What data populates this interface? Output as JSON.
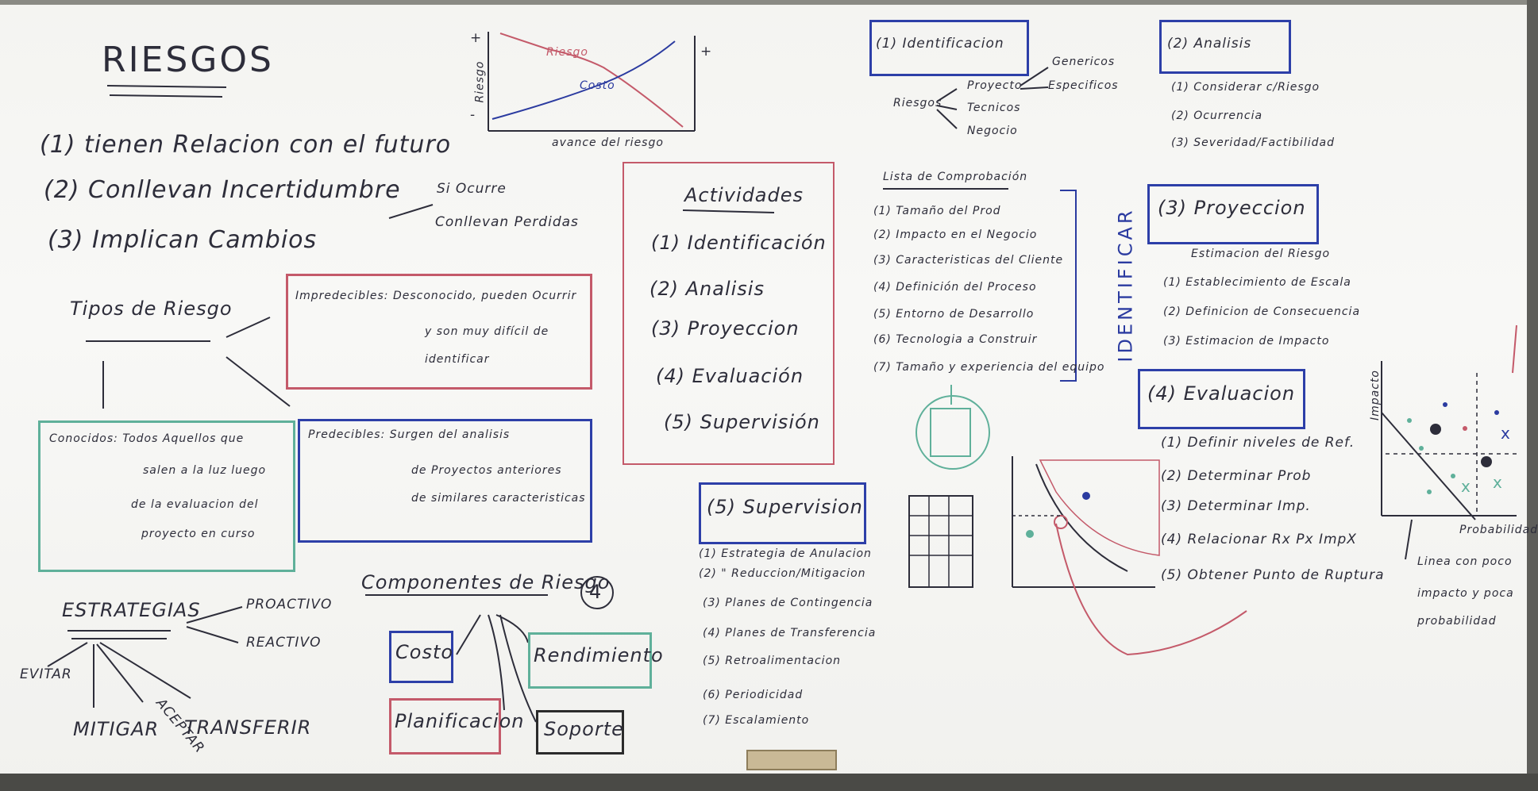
{
  "board": {
    "title": "RIESGOS",
    "characteristics": [
      "(1) tienen Relacion con el futuro",
      "(2) Conllevan Incertidumbre",
      "(3) Implican Cambios"
    ],
    "si_ocurre": [
      "Si Ocurre",
      "Conllevan Perdidas"
    ],
    "tipos_title": "Tipos de Riesgo",
    "impredecibles": [
      "Impredecibles: Desconocido, pueden Ocurrir",
      "y son muy difícil de",
      "identificar"
    ],
    "predecibles": [
      "Predecibles: Surgen del analisis",
      "de Proyectos anteriores",
      "de similares caracteristicas"
    ],
    "conocidos": [
      "Conocidos: Todos Aquellos que",
      "salen a la luz luego",
      "de la evaluacion del",
      "proyecto en curso"
    ],
    "estrategias": {
      "title": "ESTRATEGIAS",
      "items": [
        "PROACTIVO",
        "REACTIVO",
        "EVITAR",
        "MITIGAR",
        "ACEPTAR",
        "TRANSFERIR"
      ]
    },
    "componentes": {
      "title": "Componentes de Riesgo",
      "count": "4",
      "items": [
        "Costo",
        "Rendimiento",
        "Planificacion",
        "Soporte"
      ]
    },
    "chart": {
      "ylabel": "Riesgo",
      "xlabel": "avance del riesgo",
      "series_riesgo": "Riesgo",
      "series_costo": "Costo",
      "plus": "+",
      "minus": "-"
    },
    "actividades": {
      "title": "Actividades",
      "items": [
        "(1) Identificación",
        "(2) Analisis",
        "(3) Proyeccion",
        "(4) Evaluación",
        "(5) Supervisión"
      ]
    },
    "supervision": {
      "title": "(5) Supervision",
      "items": [
        "(1) Estrategia de Anulacion",
        "(2) \"  Reduccion/Mitigacion",
        "(3) Planes de Contingencia",
        "(4) Planes de Transferencia",
        "(5) Retroalimentacion",
        "(6) Periodicidad",
        "(7) Escalamiento"
      ]
    },
    "identificacion": {
      "title": "(1) Identificacion",
      "riesgos": "Riesgos",
      "types": [
        "Proyecto",
        "Tecnicos",
        "Negocio"
      ],
      "sub": [
        "Genericos",
        "Especificos"
      ]
    },
    "lista": {
      "title": "Lista de Comprobación",
      "items": [
        "(1) Tamaño del Prod",
        "(2) Impacto en el Negocio",
        "(3) Caracteristicas del Cliente",
        "(4) Definición del Proceso",
        "(5) Entorno de Desarrollo",
        "(6) Tecnologia a Construir",
        "(7) Tamaño y experiencia del equipo"
      ],
      "side": "IDENTIFICAR"
    },
    "analisis": {
      "title": "(2) Analisis",
      "items": [
        "(1) Considerar c/Riesgo",
        "(2) Ocurrencia",
        "(3) Severidad/Factibilidad"
      ]
    },
    "proyeccion": {
      "title": "(3) Proyeccion",
      "subtitle": "Estimacion del Riesgo",
      "items": [
        "(1) Establecimiento de Escala",
        "(2) Definicion de Consecuencia",
        "(3) Estimacion de Impacto"
      ]
    },
    "evaluacion": {
      "title": "(4) Evaluacion",
      "items": [
        "(1) Definir niveles de Ref.",
        "(2) Determinar Prob",
        "(3) Determinar Imp.",
        "(4) Relacionar Rx Px ImpX",
        "(5) Obtener Punto de Ruptura"
      ]
    },
    "scatter": {
      "ylabel": "Impacto",
      "xlabel": "Probabilidad",
      "note": [
        "Linea con poco",
        "impacto y poca",
        "probabilidad"
      ]
    },
    "colors": {
      "marker_dark": "#2d2d3a",
      "marker_blue": "#2b3ba0",
      "marker_red": "#c45a6a",
      "marker_green": "#5fb09a"
    }
  }
}
